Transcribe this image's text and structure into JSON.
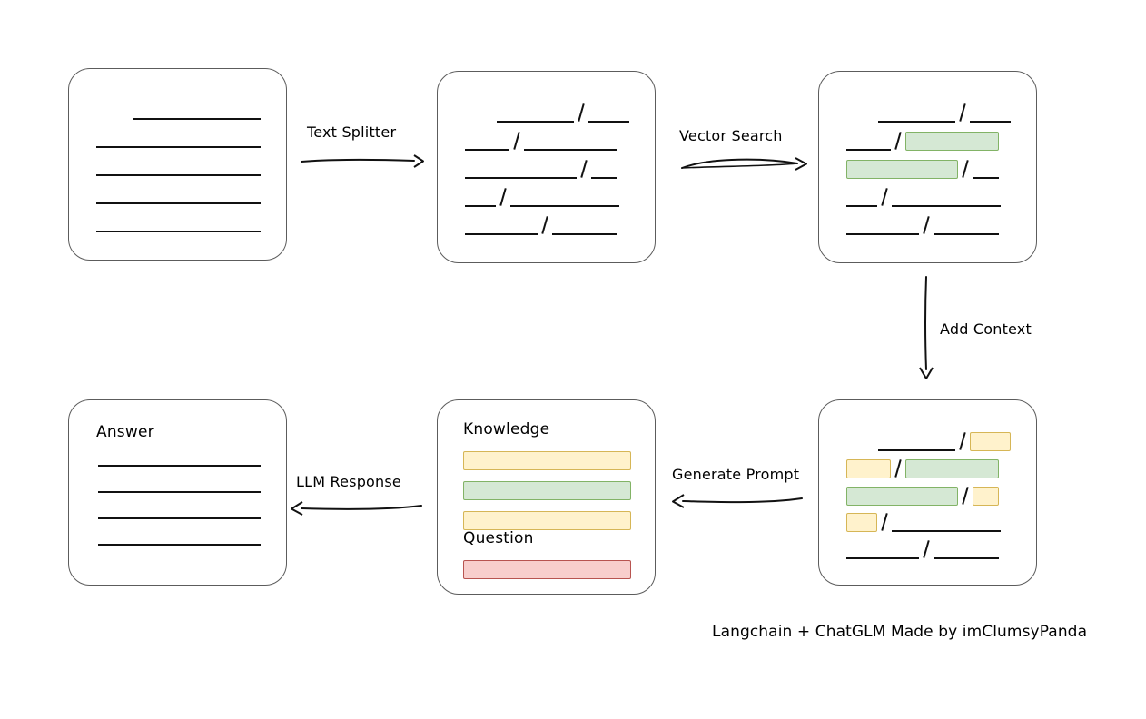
{
  "diagram": {
    "caption": "Langchain + ChatGLM Made by imClumsyPanda",
    "arrows": {
      "text_splitter": "Text Splitter",
      "vector_search": "Vector Search",
      "add_context": "Add Context",
      "generate_prompt": "Generate Prompt",
      "llm_response": "LLM Response"
    },
    "boxes": {
      "source_document": {
        "name": "Source Document",
        "lines": [
          {
            "indent": 0.22,
            "width": 0.78
          },
          {
            "indent": 0.0,
            "width": 1.0
          },
          {
            "indent": 0.0,
            "width": 1.0
          },
          {
            "indent": 0.0,
            "width": 1.0
          },
          {
            "indent": 0.0,
            "width": 1.0
          }
        ]
      },
      "split_chunks": {
        "name": "Split Chunks",
        "rows": [
          {
            "align": "right",
            "left": 0.47,
            "right": 0.25,
            "left_fill": "none",
            "right_fill": "none"
          },
          {
            "align": "left",
            "left": 0.27,
            "right": 0.57,
            "left_fill": "none",
            "right_fill": "none"
          },
          {
            "align": "left",
            "left": 0.68,
            "right": 0.16,
            "left_fill": "none",
            "right_fill": "none"
          },
          {
            "align": "left",
            "left": 0.19,
            "right": 0.66,
            "left_fill": "none",
            "right_fill": "none"
          },
          {
            "align": "left",
            "left": 0.44,
            "right": 0.4,
            "left_fill": "none",
            "right_fill": "none"
          }
        ]
      },
      "matched_chunks": {
        "name": "Matched Chunks",
        "rows": [
          {
            "align": "right",
            "left": 0.47,
            "right": 0.25,
            "left_fill": "none",
            "right_fill": "none"
          },
          {
            "align": "left",
            "left": 0.27,
            "right": 0.57,
            "left_fill": "none",
            "right_fill": "green"
          },
          {
            "align": "left",
            "left": 0.68,
            "right": 0.16,
            "left_fill": "green",
            "right_fill": "none"
          },
          {
            "align": "left",
            "left": 0.19,
            "right": 0.66,
            "left_fill": "none",
            "right_fill": "none"
          },
          {
            "align": "left",
            "left": 0.44,
            "right": 0.4,
            "left_fill": "none",
            "right_fill": "none"
          }
        ]
      },
      "context_chunks": {
        "name": "Context Chunks",
        "rows": [
          {
            "align": "right",
            "left": 0.47,
            "right": 0.25,
            "left_fill": "none",
            "right_fill": "yellow"
          },
          {
            "align": "left",
            "left": 0.27,
            "right": 0.57,
            "left_fill": "yellow",
            "right_fill": "green"
          },
          {
            "align": "left",
            "left": 0.68,
            "right": 0.16,
            "left_fill": "green",
            "right_fill": "yellow"
          },
          {
            "align": "left",
            "left": 0.19,
            "right": 0.66,
            "left_fill": "yellow",
            "right_fill": "none"
          },
          {
            "align": "left",
            "left": 0.44,
            "right": 0.4,
            "left_fill": "none",
            "right_fill": "none"
          }
        ]
      },
      "prompt": {
        "knowledge_label": "Knowledge",
        "question_label": "Question",
        "knowledge_bars": [
          "yellow",
          "green",
          "yellow"
        ],
        "question_bars": [
          "red"
        ]
      },
      "answer": {
        "label": "Answer",
        "line_count": 4
      }
    },
    "colors": {
      "green_fill": "#d5e8d4",
      "green_stroke": "#82b366",
      "yellow_fill": "#fff2cc",
      "yellow_stroke": "#d6b656",
      "red_fill": "#f8cecc",
      "red_stroke": "#b85450",
      "box_stroke": "#5c5c5c",
      "line_stroke": "#111111",
      "background": "#ffffff"
    }
  }
}
